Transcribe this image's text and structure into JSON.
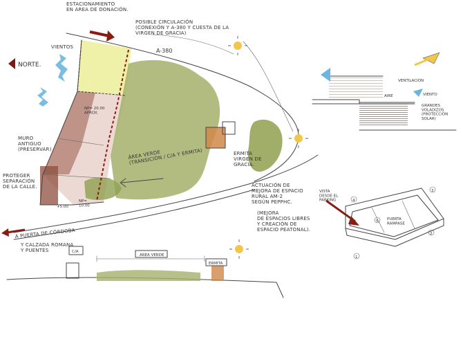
{
  "labels": {
    "parking": "ESTACIONAMIENTO\nEN ÁREA DE DONACIÓN.",
    "circulation": "POSIBLE CIRCULACIÓN\n(CONEXIÓN Y A-380 Y CUESTA DE LA\nVIRGEN DE GRACIA)",
    "road": "A-380",
    "north": "NORTE.",
    "winds": "VIENTOS",
    "area_np": "NP= 20.00\nAPROX.",
    "wall": "MURO\nANTIGUO\n(PRESERVAR)",
    "protect": "PROTEGER\nSEPARACIÓN\nDE LA CALLE.",
    "green_area": "ÁREA VERDE\n(TRANSICIÓN / C/A Y ERMITA)",
    "hermitage": "ERMITA\nVIRGEN DE\nGRACIA.",
    "action": "ACTUACIÓN DE\nMEJORA DE ESPACIO\nRURAL AM-2\nSEGÚN PEPPHC.",
    "improvement": "(MEJORA\nDE ESPACIOS LIBRES\nY CREACIÓN DE\nESPACIO PEATONAL).",
    "level_a": "+5.00",
    "level_b": "NP=\n10.00",
    "to_cordoba": "A PUERTA DE CÓRDOBA",
    "causeway": "Y CALZADA ROMANA\nY PUENTES",
    "ca": "C/A",
    "green_area_section": "ÁREA VERDE",
    "hermitage_section": "ERMITA",
    "ventilation": "VENTILACIÓN",
    "wind_small": "VIENTO",
    "overhangs": "GRANDES\nVOLADIZOS\n(PROTECCIÓN\nSOLAR)",
    "air": "AIRE",
    "view": "VISTA\nDESDE EL\nPARKING",
    "glazed_front": "PUERTA\nRAMPASE",
    "num_1": "1",
    "num_2": "2",
    "num_3": "3",
    "num_4": "4",
    "num_5": "5"
  },
  "colors": {
    "yellow_area": "#ecef9a",
    "green_trees": "#a4b06a",
    "brick_area": "#9b5a48",
    "pink_area": "#e7cfc8",
    "red_marker": "#8a1c12",
    "blue_wind": "#6bb6e0",
    "sun": "#f2c64a",
    "orange_building": "#d0884a"
  },
  "icons": [
    "north-arrow-icon",
    "wind-arrow-icon",
    "sun-icon",
    "red-direction-arrow-icon"
  ]
}
